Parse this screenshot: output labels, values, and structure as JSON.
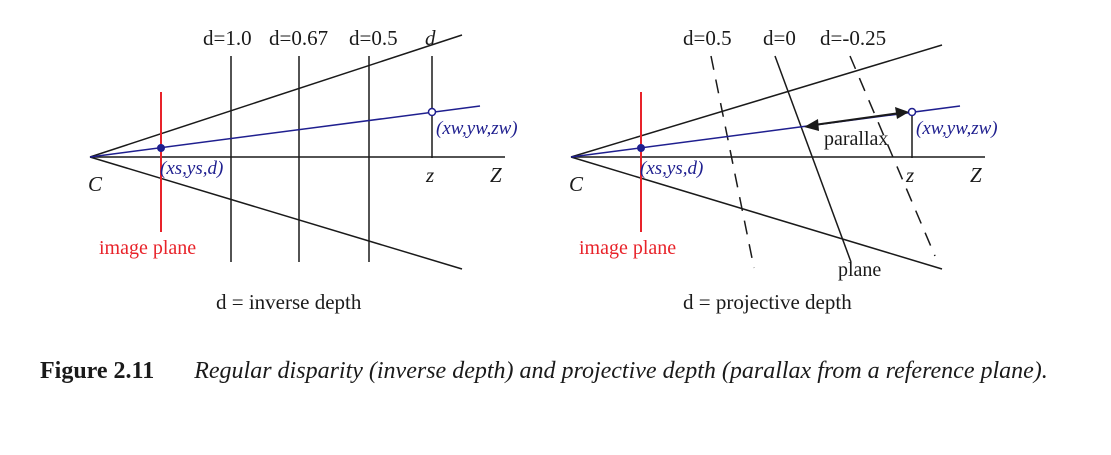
{
  "left_diagram": {
    "depth_labels": [
      "d=1.0",
      "d=0.67",
      "d=0.5",
      "d"
    ],
    "point_world": "(xw,yw,zw)",
    "point_screen": "(xs,ys,d)",
    "camera_label": "C",
    "z_label": "z",
    "axis_label": "Z",
    "image_plane_label": "image plane",
    "caption": "d = inverse depth"
  },
  "right_diagram": {
    "depth_labels": [
      "d=0.5",
      "d=0",
      "d=-0.25"
    ],
    "point_world": "(xw,yw,zw)",
    "point_screen": "(xs,ys,d)",
    "camera_label": "C",
    "z_label": "z",
    "axis_label": "Z",
    "image_plane_label": "image plane",
    "parallax_label": "parallax",
    "plane_label": "plane",
    "caption": "d = projective depth"
  },
  "figure": {
    "number": "Figure 2.11",
    "caption": "Regular disparity (inverse depth) and projective depth (parallax from a reference plane)."
  },
  "colors": {
    "ray": "#1f1f8f",
    "image_plane": "#e8232a",
    "ink": "#1a1a1a"
  }
}
